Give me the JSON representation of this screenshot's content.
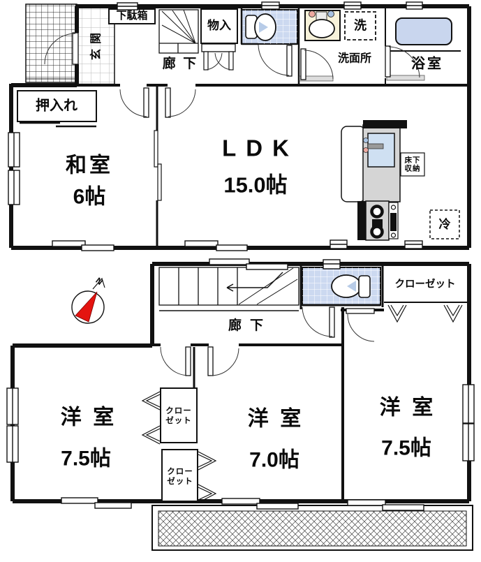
{
  "colors": {
    "tile_blue": "#ccd9f0",
    "tub_blue": "#c9d6ee",
    "basin_cream": "#f7f2da",
    "counter_gray": "#d5d5d5",
    "sink_blue": "#cfe0f2",
    "seat_blue": "#b8cce8",
    "compass_red": "#e41410",
    "knob_pink": "#eda9a0",
    "knob_blue": "#a9c3e3"
  },
  "floor1": {
    "genkan": "玄関",
    "getabako": "下駄箱",
    "monoire": "物入",
    "rouka": "廊下",
    "sen": "洗",
    "senmenjo": "洗面所",
    "yokushitsu": "浴室",
    "oshiire": "押入れ",
    "washitsu": "和室",
    "washitsu_size": "6帖",
    "ldk": "LDK",
    "ldk_size": "15.0帖",
    "yukashita_line1": "床下",
    "yukashita_line2": "収納",
    "rei": "冷"
  },
  "floor2": {
    "rouka": "廊下",
    "closet_full": "クローゼット",
    "closet_line1": "クロー",
    "closet_line2": "ゼット",
    "room_left": "洋室",
    "room_left_size": "7.5帖",
    "room_mid": "洋室",
    "room_mid_size": "7.0帖",
    "room_right": "洋室",
    "room_right_size": "7.5帖",
    "compass_n": "N"
  }
}
